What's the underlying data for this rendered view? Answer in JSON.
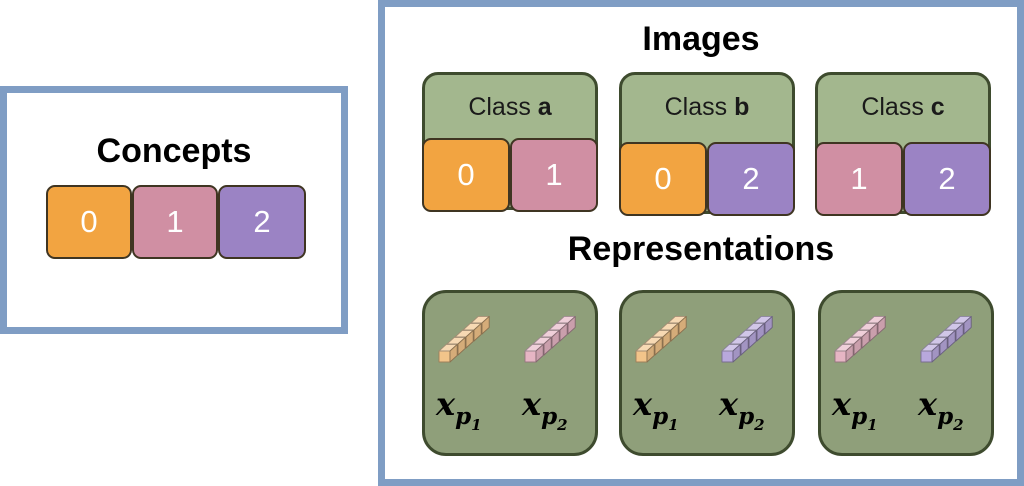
{
  "concepts": {
    "title": "Concepts",
    "items": [
      {
        "label": "0",
        "color": "#f2a441"
      },
      {
        "label": "1",
        "color": "#d08fa3"
      },
      {
        "label": "2",
        "color": "#9b83c4"
      }
    ]
  },
  "images": {
    "title": "Images",
    "class_prefix": "Class",
    "classes": [
      {
        "name": "a",
        "concepts": [
          "0",
          "1"
        ]
      },
      {
        "name": "b",
        "concepts": [
          "0",
          "2"
        ]
      },
      {
        "name": "c",
        "concepts": [
          "1",
          "2"
        ]
      }
    ]
  },
  "representations": {
    "title": "Representations",
    "var_symbol": "x",
    "sub_symbol": "p",
    "cards": [
      {
        "bars": [
          {
            "concept": "0",
            "color": "#f2c48a"
          },
          {
            "concept": "1",
            "color": "#e6b5c4"
          }
        ],
        "subs": [
          "1",
          "2"
        ]
      },
      {
        "bars": [
          {
            "concept": "0",
            "color": "#f2c48a"
          },
          {
            "concept": "2",
            "color": "#b8a8dc"
          }
        ],
        "subs": [
          "1",
          "2"
        ]
      },
      {
        "bars": [
          {
            "concept": "1",
            "color": "#e6b5c4"
          },
          {
            "concept": "2",
            "color": "#b8a8dc"
          }
        ],
        "subs": [
          "1",
          "2"
        ]
      }
    ]
  }
}
